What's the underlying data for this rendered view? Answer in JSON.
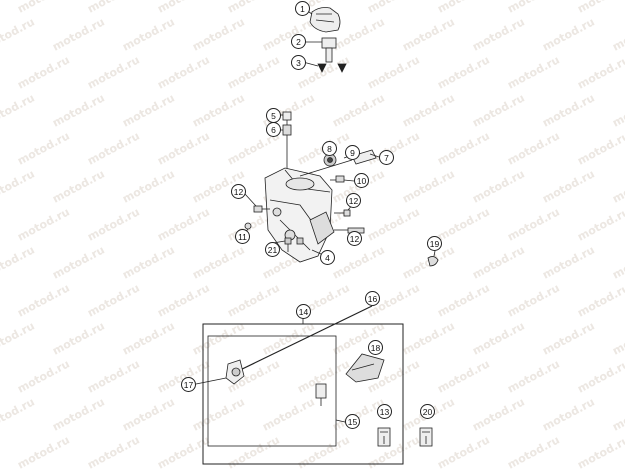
{
  "watermark": "motod.ru",
  "callouts": [
    "1",
    "2",
    "3",
    "5",
    "6",
    "7",
    "8",
    "9",
    "10",
    "12",
    "12",
    "12",
    "11",
    "21",
    "4",
    "19",
    "14",
    "16",
    "18",
    "17",
    "15",
    "13",
    "20"
  ],
  "colors": {
    "line": "#222222",
    "watermark": "#ece7e2",
    "background": "#ffffff"
  }
}
